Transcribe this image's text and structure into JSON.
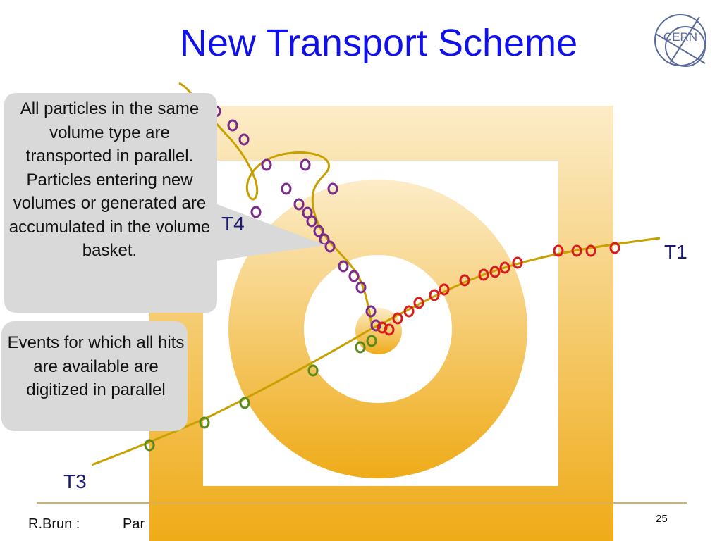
{
  "slide": {
    "title": "New Transport Scheme",
    "callout_basket": "All particles in the same volume type are transported in parallel. Particles entering new volumes or generated are accumulated in the volume basket.",
    "callout_digitize": "Events for which all hits are available are digitized in parallel",
    "track_labels": {
      "t1": "T1",
      "t3": "T3",
      "t4": "T4"
    },
    "footer": {
      "author": "R.Brun :",
      "talk": "Par",
      "page": "25"
    },
    "logo_text": "CERN"
  },
  "colors": {
    "title": "#1010e8",
    "volume_outer": "#f0b420",
    "volume_light": "#fbe6b4",
    "track_line": "#c8a000",
    "marker_purple": "#7a2a8a",
    "marker_red": "#d81c1c",
    "marker_green": "#5a8a1a",
    "callout_bg": "#d9d9d9"
  }
}
